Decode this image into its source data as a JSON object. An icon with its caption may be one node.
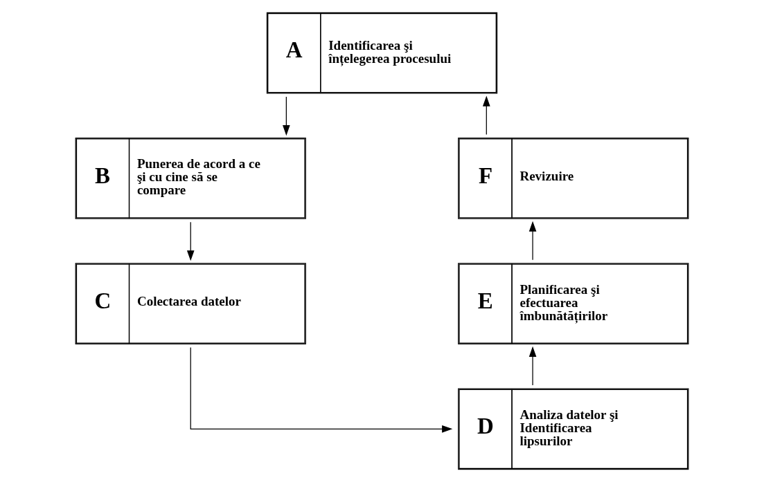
{
  "diagram": {
    "nodes": [
      {
        "text": [
          "A",
          "Identificarea şi înțelegerea procesului"
        ]
      },
      {
        "text": [
          "B",
          "Punerea de acord a ce şi cu cine să se compare"
        ]
      },
      {
        "text": [
          "C",
          "Colectarea datelor"
        ]
      },
      {
        "text": [
          "D",
          "Analiza datelor şi Identificarea lipsurilor"
        ]
      },
      {
        "text": [
          "E",
          "Planificarea şi efectuarea îmbunătățirilor"
        ]
      },
      {
        "text": [
          "F",
          "Revizuire"
        ]
      }
    ],
    "edges": [
      {
        "from": 0,
        "to": 1,
        "arrow": "to"
      },
      {
        "from": 1,
        "to": 2,
        "arrow": "to"
      },
      {
        "from": 2,
        "to": 3,
        "arrow": "to"
      },
      {
        "from": 3,
        "to": 4,
        "arrow": "to"
      },
      {
        "from": 4,
        "to": 5,
        "arrow": "to"
      },
      {
        "from": 5,
        "to": 0,
        "arrow": "to"
      }
    ]
  }
}
